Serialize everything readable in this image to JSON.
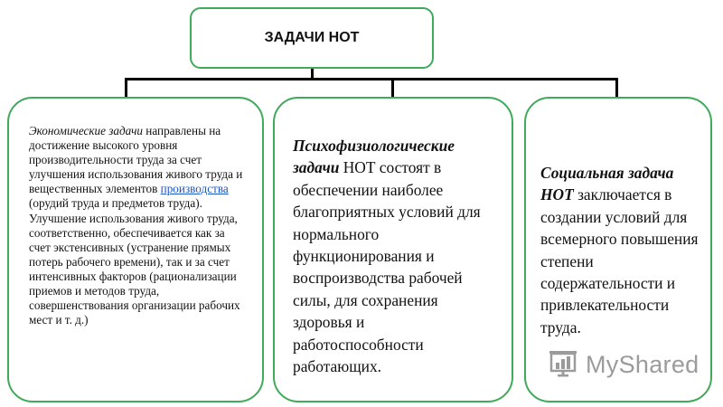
{
  "header": {
    "title": "ЗАДАЧИ НОТ"
  },
  "cards": [
    {
      "lead": "Экономические задачи",
      "text_a": " направлены на достижение высокого уровня производительности труда за счет улучшения использования живого труда и вещественных элементов ",
      "link": "производства",
      "text_b": " (орудий труда и предметов труда). Улучшение использования живого труда, соответственно, обеспечивается как за счет экстенсивных (устранение прямых потерь рабочего времени), так и за счет интенсивных факторов (рационализации приемов и методов труда, совершенствования организации рабочих мест и т. д.)"
    },
    {
      "lead": "Психофизиологические задачи",
      "text": " НОТ состоят в обеспечении наиболее благоприятных условий для нормального функционирования и воспроизводства рабочей силы, для сохранения здоровья и работоспособности работающих."
    },
    {
      "lead": "Социальная задача НОТ",
      "text": " заключается в создании условий для всемерного повышения степени содержательности и привлекательности труда."
    }
  ],
  "watermark": {
    "text": "MyShared",
    "icon": "bar-chart-presentation-icon"
  },
  "colors": {
    "border": "#3faa5a",
    "link": "#1a55c8",
    "watermark": "#9b9b9b"
  }
}
